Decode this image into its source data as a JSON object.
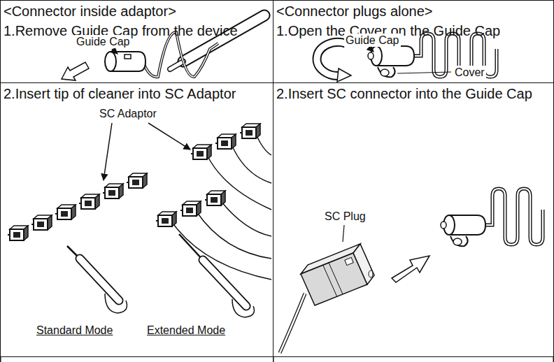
{
  "diagram": {
    "nodes": [
      {
        "text": [
          "<Connector inside adaptor>",
          "1.Remove Guide Cap from the device"
        ]
      },
      {
        "text": [
          "<Connector plugs alone>",
          "1.Open the Cover on the Guide Cap"
        ]
      },
      {
        "text": [
          "2.Insert tip of cleaner into SC Adaptor"
        ]
      },
      {
        "text": [
          "2.Insert SC connector into the Guide Cap"
        ]
      }
    ],
    "labels": [
      "Guide Cap",
      "Guide Cap",
      "Cover",
      "SC Adaptor",
      "Standard Mode",
      "Extended Mode",
      "SC Plug"
    ]
  }
}
